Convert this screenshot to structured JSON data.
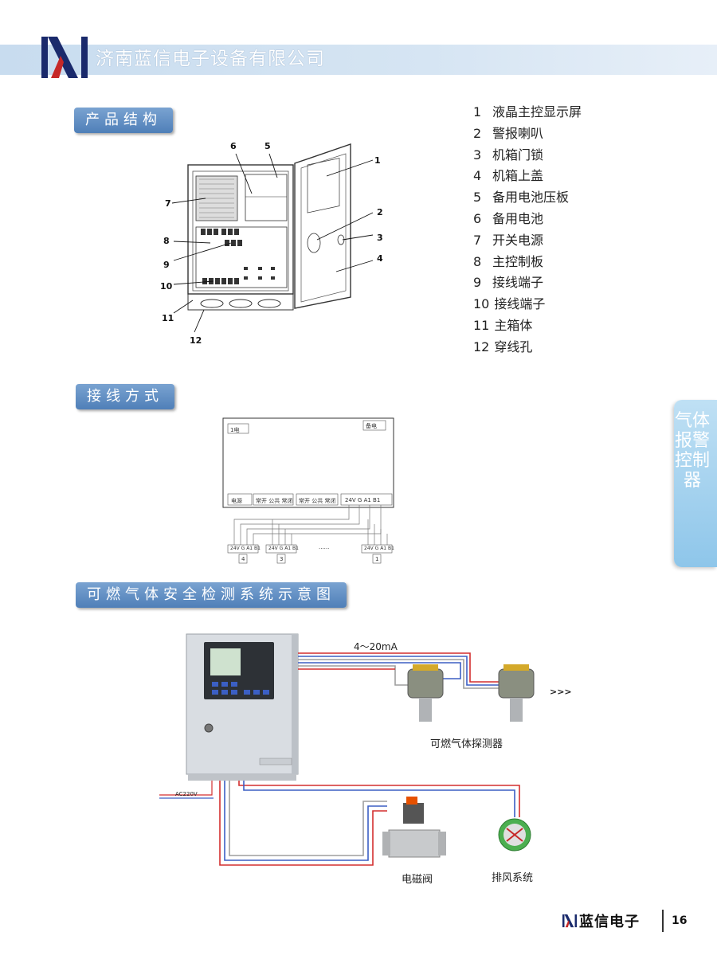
{
  "header": {
    "company_name": "济南蓝信电子设备有限公司"
  },
  "sections": {
    "structure_title": "产品结构",
    "wiring_title": "接线方式",
    "system_title": "可燃气体安全检测系统示意图"
  },
  "legend": [
    {
      "num": "1",
      "label": "液晶主控显示屏"
    },
    {
      "num": "2",
      "label": "警报喇叭"
    },
    {
      "num": "3",
      "label": "机箱门锁"
    },
    {
      "num": "4",
      "label": "机箱上盖"
    },
    {
      "num": "5",
      "label": "备用电池压板"
    },
    {
      "num": "6",
      "label": "备用电池"
    },
    {
      "num": "7",
      "label": "开关电源"
    },
    {
      "num": "8",
      "label": "主控制板"
    },
    {
      "num": "9",
      "label": "接线端子"
    },
    {
      "num": "10",
      "label": "接线端子"
    },
    {
      "num": "11",
      "label": "主箱体"
    },
    {
      "num": "12",
      "label": "穿线孔"
    }
  ],
  "structure_callouts": [
    "1",
    "2",
    "3",
    "4",
    "5",
    "6",
    "7",
    "8",
    "9",
    "10",
    "11",
    "12"
  ],
  "wiring": {
    "box_top_left": "1电",
    "box_top_right": "备电",
    "term_1": "电源",
    "term_2": "常开 公共 常闭",
    "term_3": "常开 公共 常闭",
    "term_4": "24V   G    A1   B1",
    "det_label_a": "24V G A1 B1",
    "det_label_b": "24V G A1 B1",
    "det_label_c": "24V G A1 B1",
    "det_num_a": "4",
    "det_num_b": "3",
    "det_num_c": "1",
    "ellipsis": "......"
  },
  "system": {
    "signal_label": "4～20mA",
    "detector_caption": "可燃气体探测器",
    "arrows": ">>>",
    "power_label": "AC220V",
    "valve_caption": "电磁阀",
    "fan_caption": "排风系统"
  },
  "side_tab": {
    "text": "气体报警控制器"
  },
  "footer": {
    "brand": "蓝信电子",
    "page": "16"
  },
  "colors": {
    "accent": "#4f7fb8",
    "side_tab": "#8ec6ea",
    "logo_navy": "#1a2a6c",
    "logo_red": "#c62828"
  }
}
